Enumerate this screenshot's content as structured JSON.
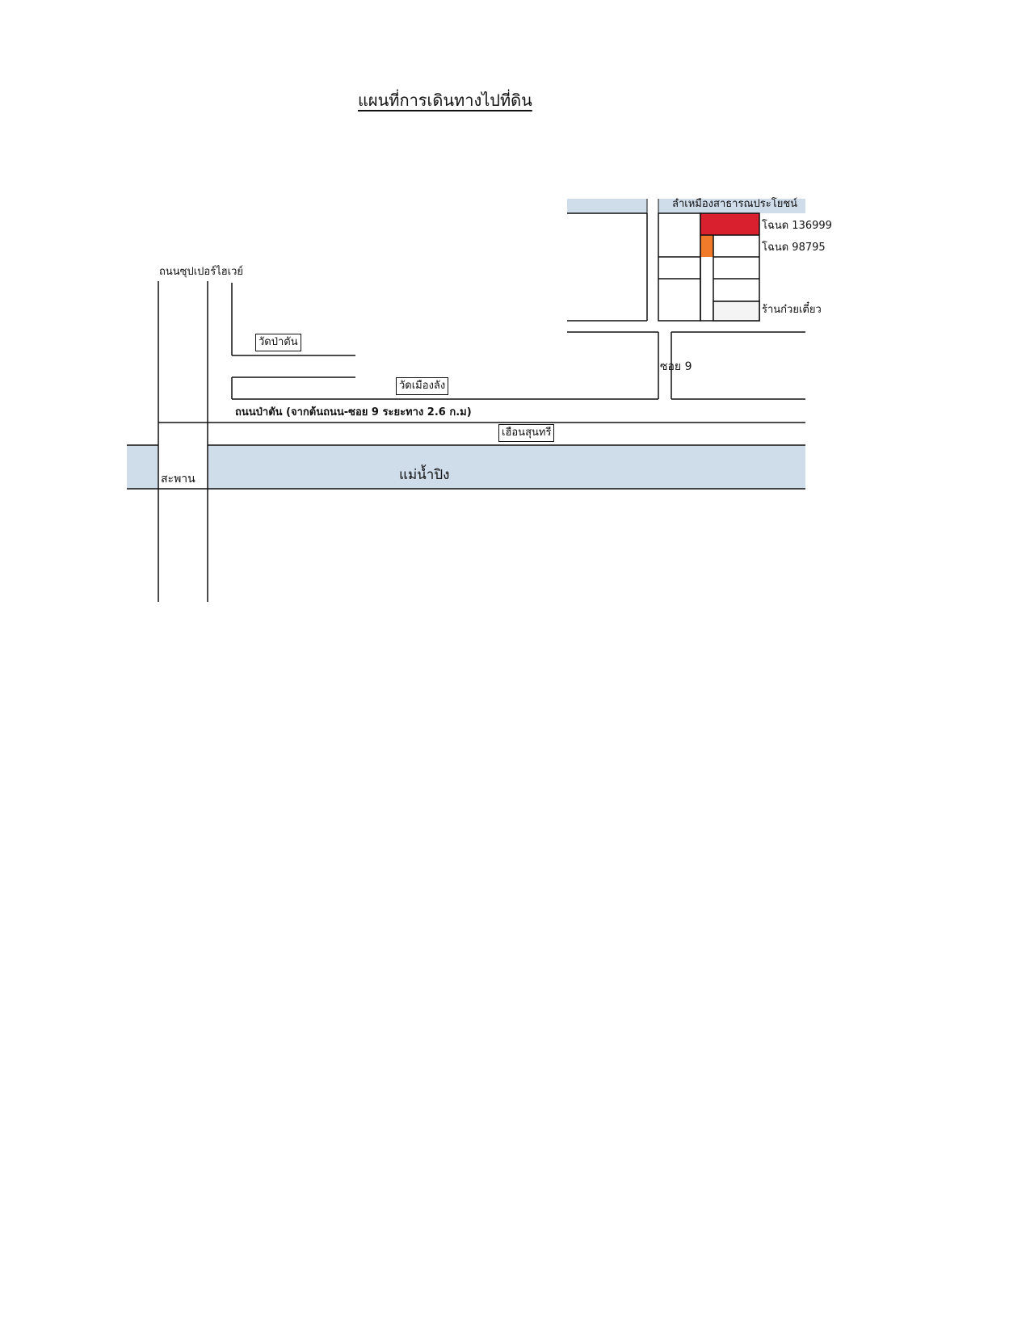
{
  "title": "แผนที่การเดินทางไปที่ดิน",
  "colors": {
    "river": "#cfdcea",
    "lot_primary": "#d9202e",
    "lot_secondary": "#f07a2a",
    "canal": "#cfdcea",
    "line": "#111111"
  },
  "labels": {
    "superhighway": "ถนนซุปเปอร์ไฮเวย์",
    "wat_pa_tan": "วัดป่าตัน",
    "wat_mueang_lang": "วัดเมืองลัง",
    "pa_tan_road": "ถนนป่าตัน (จากต้นถนน-ซอย 9 ระยะทาง 2.6 ก.ม)",
    "soi_9": "ซอย 9",
    "huean_sunthari": "เฮือนสุนทรี",
    "bridge": "สะพาน",
    "river": "แม่น้ำปิง",
    "canal": "ลำเหมืองสาธารณประโยชน์",
    "deed_1": "โฉนด 136999",
    "deed_2": "โฉนด 98795",
    "noodle_shop": "ร้านก๋วยเตี๋ยว"
  }
}
